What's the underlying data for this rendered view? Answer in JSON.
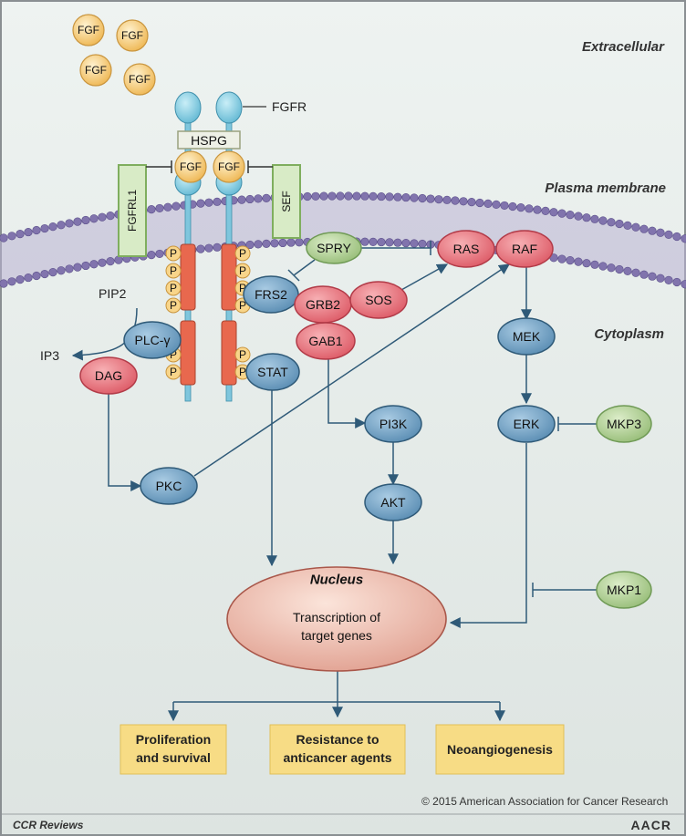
{
  "regions": {
    "extracellular": "Extracellular",
    "plasma_membrane": "Plasma membrane",
    "cytoplasm": "Cytoplasm"
  },
  "ligands": [
    "FGF",
    "FGF",
    "FGF",
    "FGF"
  ],
  "receptor": {
    "label": "FGFR",
    "hspg": "HSPG",
    "bound_ligands": [
      "FGF",
      "FGF"
    ],
    "phospho": "P"
  },
  "inhibitors": {
    "fgfrl1": "FGFRL1",
    "sef": "SEF",
    "spry": "SPRY",
    "mkp3": "MKP3",
    "mkp1": "MKP1"
  },
  "molecules": {
    "frs2": "FRS2",
    "grb2": "GRB2",
    "sos": "SOS",
    "gab1": "GAB1",
    "ras": "RAS",
    "raf": "RAF",
    "mek": "MEK",
    "erk": "ERK",
    "pi3k": "PI3K",
    "akt": "AKT",
    "stat": "STAT",
    "plcg": "PLC-γ",
    "dag": "DAG",
    "pkc": "PKC",
    "pip2": "PIP2",
    "ip3": "IP3"
  },
  "nucleus": {
    "title": "Nucleus",
    "line1": "Transcription of",
    "line2": "target genes"
  },
  "outcomes": [
    {
      "line1": "Proliferation",
      "line2": "and survival"
    },
    {
      "line1": "Resistance to",
      "line2": "anticancer agents"
    },
    {
      "line1": "Neoangiogenesis",
      "line2": ""
    }
  ],
  "footer": {
    "copyright": "© 2015 American Association for Cancer Research",
    "journal": "CCR Reviews",
    "publisher": "AACR"
  },
  "colors": {
    "blue_node": "#6e9fc2",
    "red_node": "#e8707a",
    "green_node": "#a7c98a",
    "fgf": "#f3c26a",
    "membrane": "#8a7fb0",
    "outcome_box": "#f7dc85",
    "nucleus": "#e2a89a"
  }
}
